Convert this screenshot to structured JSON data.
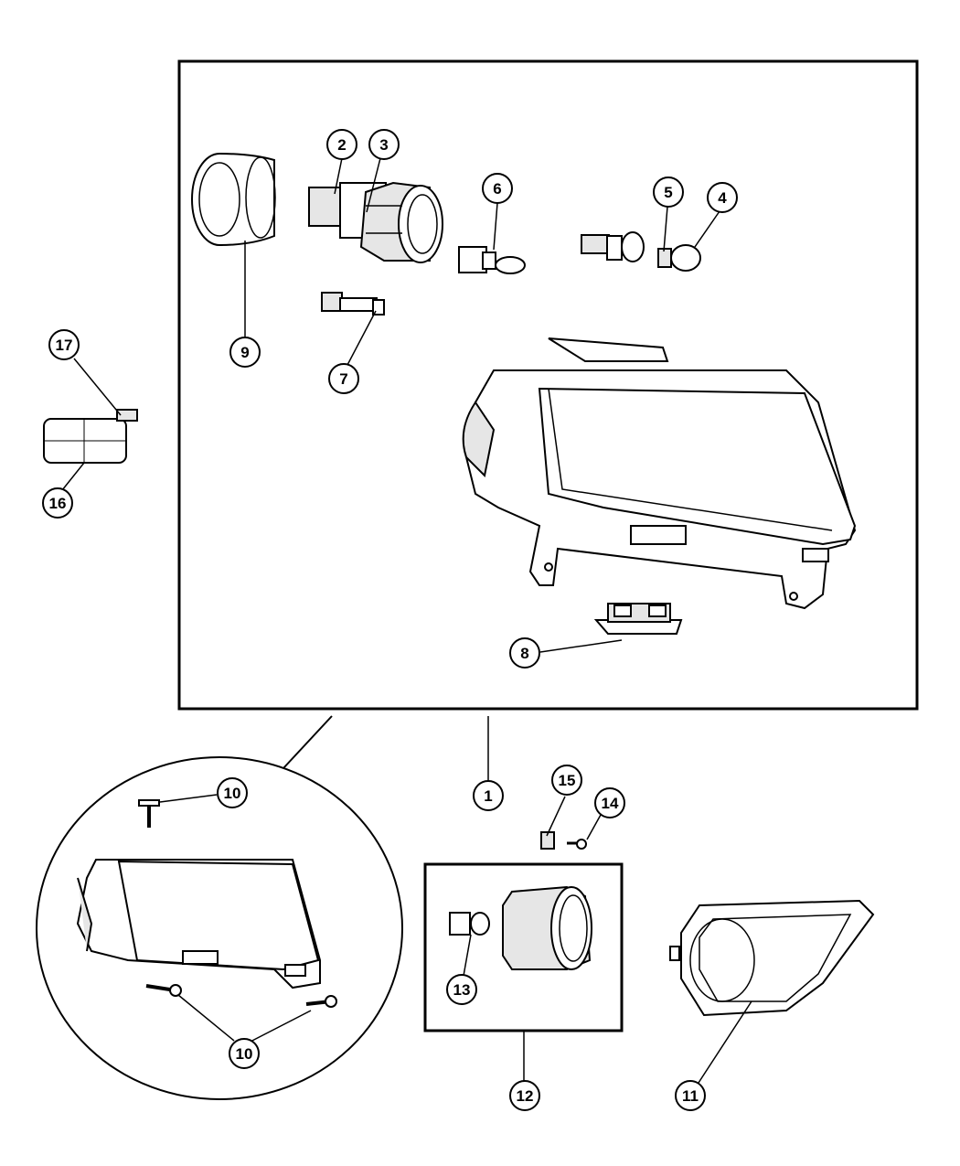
{
  "callouts": {
    "c1": "1",
    "c2": "2",
    "c3": "3",
    "c4": "4",
    "c5": "5",
    "c6": "6",
    "c7": "7",
    "c8": "8",
    "c9": "9",
    "c10a": "10",
    "c10b": "10",
    "c11": "11",
    "c12": "12",
    "c13": "13",
    "c14": "14",
    "c15": "15",
    "c16": "16",
    "c17": "17"
  },
  "colors": {
    "line": "#000000",
    "background": "#ffffff",
    "shade": "#e6e6e6"
  },
  "parts": [
    {
      "id": "1",
      "name": "headlamp-assembly"
    },
    {
      "id": "2",
      "name": "bulb-socket"
    },
    {
      "id": "3",
      "name": "projector-module"
    },
    {
      "id": "4",
      "name": "bulb"
    },
    {
      "id": "5",
      "name": "socket"
    },
    {
      "id": "6",
      "name": "bulb"
    },
    {
      "id": "7",
      "name": "socket"
    },
    {
      "id": "8",
      "name": "ballast-module"
    },
    {
      "id": "9",
      "name": "bezel-ring"
    },
    {
      "id": "10",
      "name": "screw"
    },
    {
      "id": "11",
      "name": "fog-lamp-bezel"
    },
    {
      "id": "12",
      "name": "fog-lamp"
    },
    {
      "id": "13",
      "name": "bulb"
    },
    {
      "id": "14",
      "name": "screw"
    },
    {
      "id": "15",
      "name": "clip"
    },
    {
      "id": "16",
      "name": "side-marker-lamp"
    },
    {
      "id": "17",
      "name": "bulb"
    }
  ]
}
